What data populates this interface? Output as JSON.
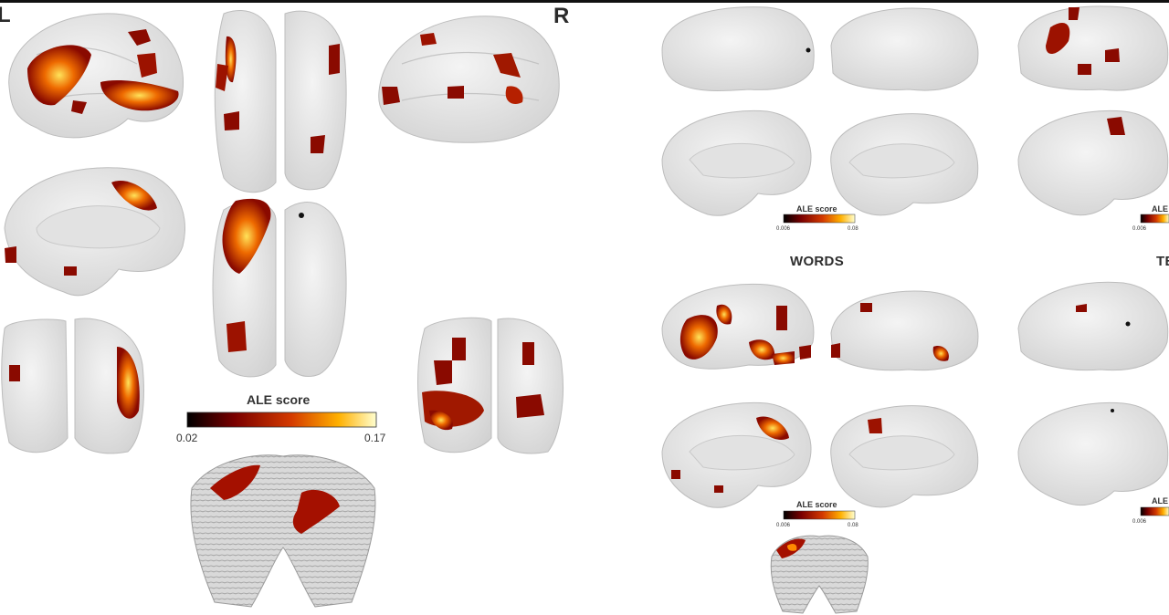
{
  "hemisphere_labels": {
    "left": "L",
    "right": "R"
  },
  "headings": {
    "words": "WORDS",
    "clipped_right": "TE"
  },
  "colorbars": {
    "main": {
      "title": "ALE score",
      "min": "0.02",
      "max": "0.17"
    },
    "panel_a": {
      "title": "ALE score",
      "min": "0.006",
      "max": "0.08"
    },
    "panel_b": {
      "title": "ALE",
      "min": "0.006"
    },
    "words": {
      "title": "ALE score",
      "min": "0.006",
      "max": "0.08"
    },
    "panel_d": {
      "title": "ALE",
      "min": "0.006"
    }
  },
  "colors": {
    "cortex": "#e6e6e6",
    "cortex_edge": "#bdbdbd",
    "activation_low": "#5a0000",
    "activation_mid": "#d43a00",
    "activation_high": "#fff36b",
    "background": "#ffffff"
  },
  "icons": [
    "brain-lateral",
    "brain-medial",
    "brain-dorsal",
    "brain-posterior",
    "cerebellum-flatmap"
  ]
}
